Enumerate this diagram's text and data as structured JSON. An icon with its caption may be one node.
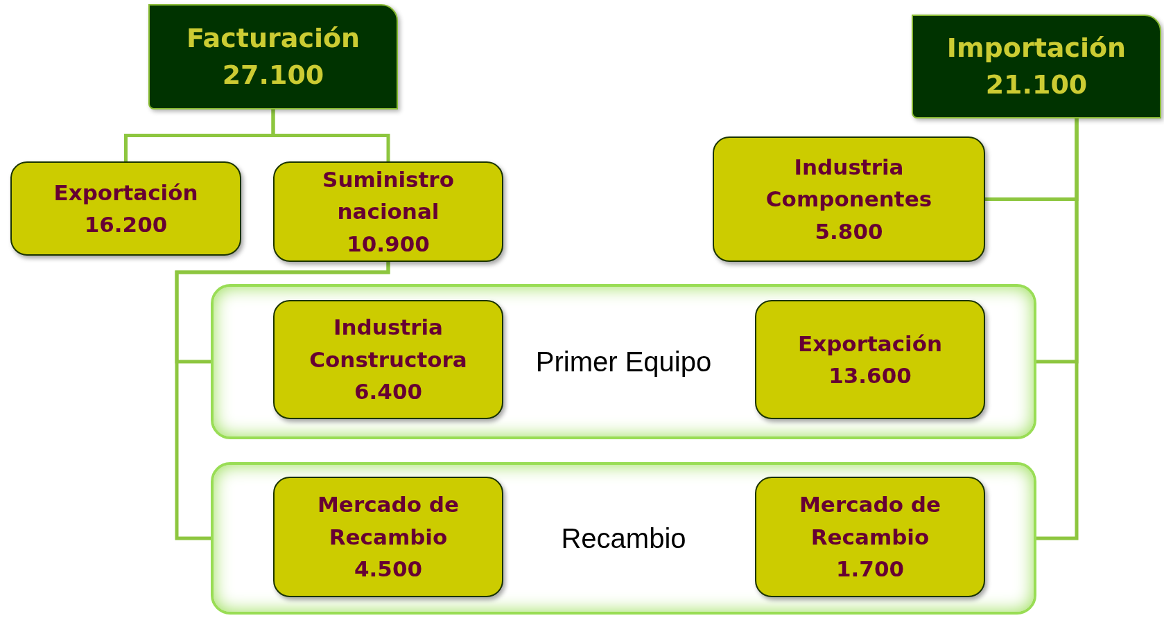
{
  "diagram": {
    "nodes": [
      {
        "text": [
          "Facturación",
          "27.100"
        ]
      },
      {
        "text": [
          "Exportación",
          "16.200"
        ]
      },
      {
        "text": [
          "Suministro nacional",
          "10.900"
        ]
      },
      {
        "text": [
          "Importación",
          "21.100"
        ]
      },
      {
        "text": [
          "Industria Componentes",
          "5.800"
        ]
      },
      {
        "text": [
          "Primer Equipo"
        ]
      },
      {
        "text": [
          "Industria Constructora",
          "6.400"
        ],
        "in": 5
      },
      {
        "text": [
          "Exportación",
          "13.600"
        ],
        "in": 5
      },
      {
        "text": [
          "Recambio"
        ]
      },
      {
        "text": [
          "Mercado de Recambio",
          "4.500"
        ],
        "in": 8
      },
      {
        "text": [
          "Mercado de Recambio",
          "1.700"
        ],
        "in": 8
      }
    ],
    "edges": [
      {
        "from": 0,
        "to": 1,
        "arrow": "none"
      },
      {
        "from": 0,
        "to": 2,
        "arrow": "none"
      },
      {
        "from": 2,
        "to": 5,
        "arrow": "none"
      },
      {
        "from": 2,
        "to": 8,
        "arrow": "none"
      },
      {
        "from": 3,
        "to": 4,
        "arrow": "none"
      },
      {
        "from": 3,
        "to": 5,
        "arrow": "none"
      },
      {
        "from": 3,
        "to": 8,
        "arrow": "none"
      }
    ]
  }
}
